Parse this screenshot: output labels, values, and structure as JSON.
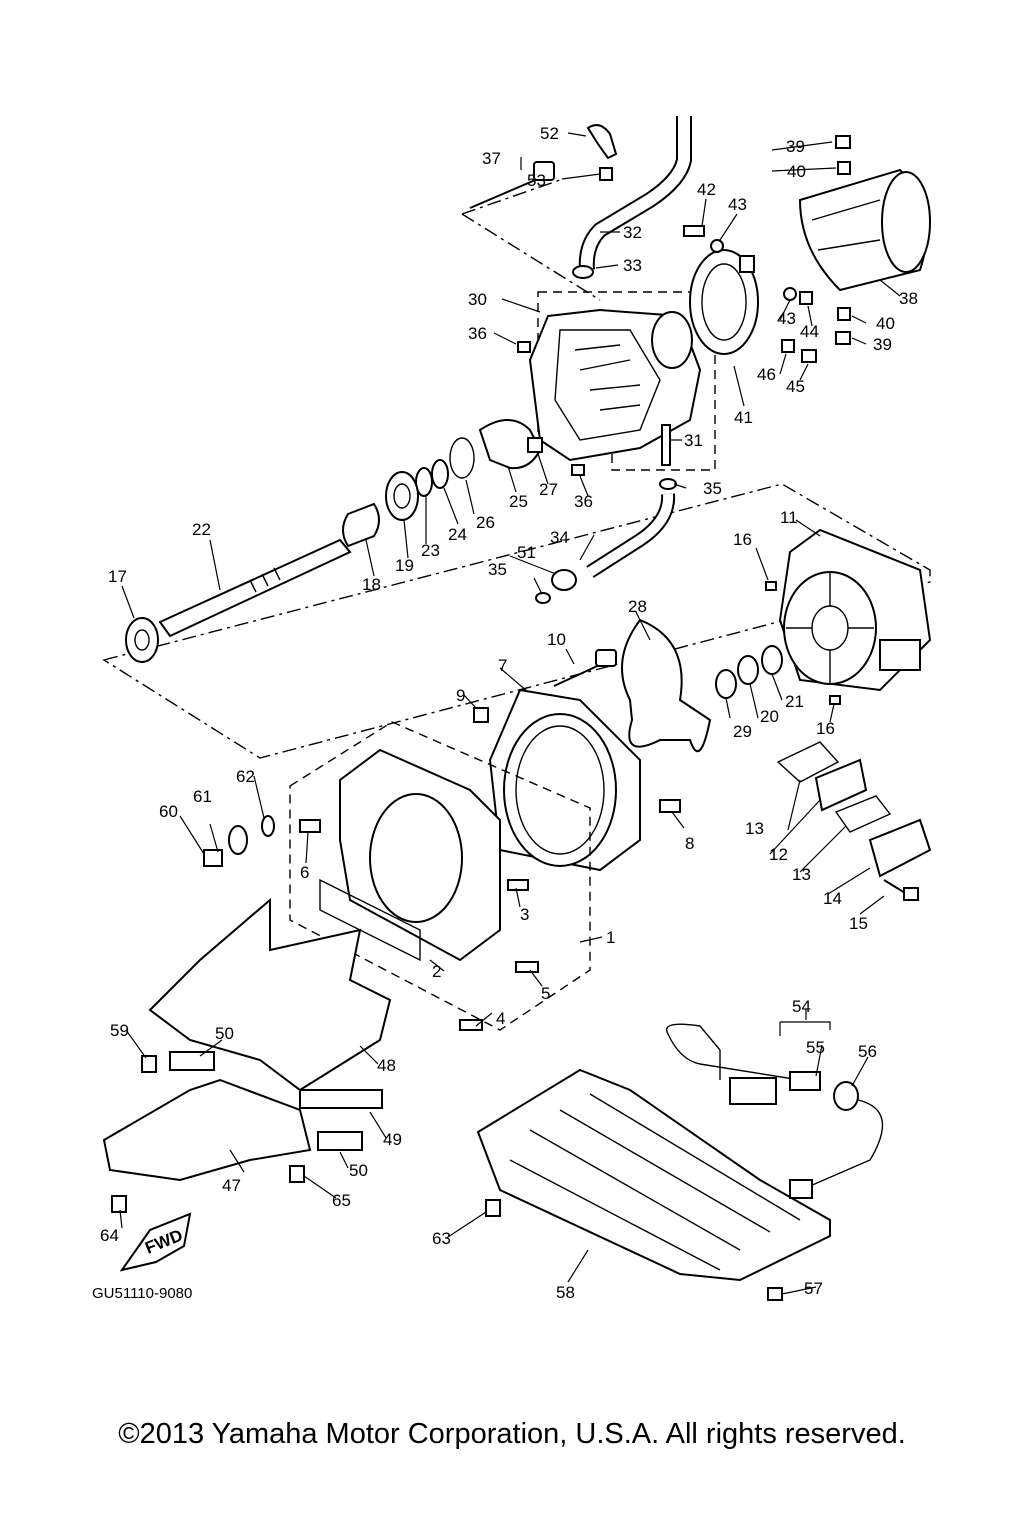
{
  "diagram": {
    "reference_code": "GU51110-9080",
    "fwd_label": "FWD",
    "copyright": "©2013 Yamaha Motor Corporation, U.S.A. All rights reserved.",
    "callouts": {
      "c1": "1",
      "c2": "2",
      "c3": "3",
      "c4": "4",
      "c5": "5",
      "c6": "6",
      "c7": "7",
      "c8": "8",
      "c9": "9",
      "c10": "10",
      "c11": "11",
      "c12": "12",
      "c13a": "13",
      "c13b": "13",
      "c14": "14",
      "c15": "15",
      "c16a": "16",
      "c16b": "16",
      "c17": "17",
      "c18": "18",
      "c19": "19",
      "c20": "20",
      "c21": "21",
      "c22": "22",
      "c23": "23",
      "c24": "24",
      "c25": "25",
      "c26": "26",
      "c27": "27",
      "c28": "28",
      "c29": "29",
      "c30": "30",
      "c31": "31",
      "c32": "32",
      "c33": "33",
      "c34": "34",
      "c35a": "35",
      "c35b": "35",
      "c36a": "36",
      "c36b": "36",
      "c37": "37",
      "c38": "38",
      "c39a": "39",
      "c39b": "39",
      "c40a": "40",
      "c40b": "40",
      "c41": "41",
      "c42": "42",
      "c43a": "43",
      "c43b": "43",
      "c44": "44",
      "c45": "45",
      "c46": "46",
      "c47": "47",
      "c48": "48",
      "c49": "49",
      "c50a": "50",
      "c50b": "50",
      "c51": "51",
      "c52": "52",
      "c53": "53",
      "c54": "54",
      "c55": "55",
      "c56": "56",
      "c57": "57",
      "c58": "58",
      "c59": "59",
      "c60": "60",
      "c61": "61",
      "c62": "62",
      "c63": "63",
      "c64": "64",
      "c65": "65"
    }
  }
}
